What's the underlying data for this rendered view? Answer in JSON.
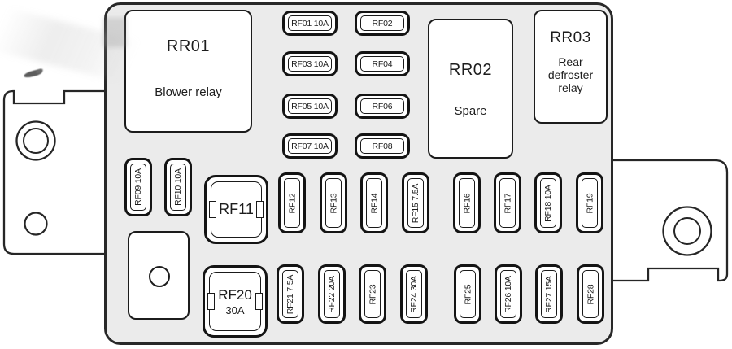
{
  "colors": {
    "panel_bg": "#ebebeb",
    "line": "#1c1c1c",
    "box_fill": "#ffffff"
  },
  "relays": {
    "rr01": {
      "id": "RR01",
      "desc": "Blower relay"
    },
    "rr02": {
      "id": "RR02",
      "desc": "Spare"
    },
    "rr03": {
      "id": "RR03",
      "desc": "Rear defroster relay"
    }
  },
  "fuses": {
    "rf01": "RF01 10A",
    "rf02": "RF02",
    "rf03": "RF03 10A",
    "rf04": "RF04",
    "rf05": "RF05 10A",
    "rf06": "RF06",
    "rf07": "RF07 10A",
    "rf08": "RF08",
    "rf09": "RF09 10A",
    "rf10": "RF10 10A",
    "rf11": "RF11",
    "rf12": "RF12",
    "rf13": "RF13",
    "rf14": "RF14",
    "rf15": "RF15 7.5A",
    "rf16": "RF16",
    "rf17": "RF17",
    "rf18": "RF18 10A",
    "rf19": "RF19",
    "rf20_id": "RF20",
    "rf20_amp": "30A",
    "rf21": "RF21 7.5A",
    "rf22": "RF22 20A",
    "rf23": "RF23",
    "rf24": "RF24 30A",
    "rf25": "RF25",
    "rf26": "RF26 10A",
    "rf27": "RF27 15A",
    "rf28": "RF28"
  }
}
